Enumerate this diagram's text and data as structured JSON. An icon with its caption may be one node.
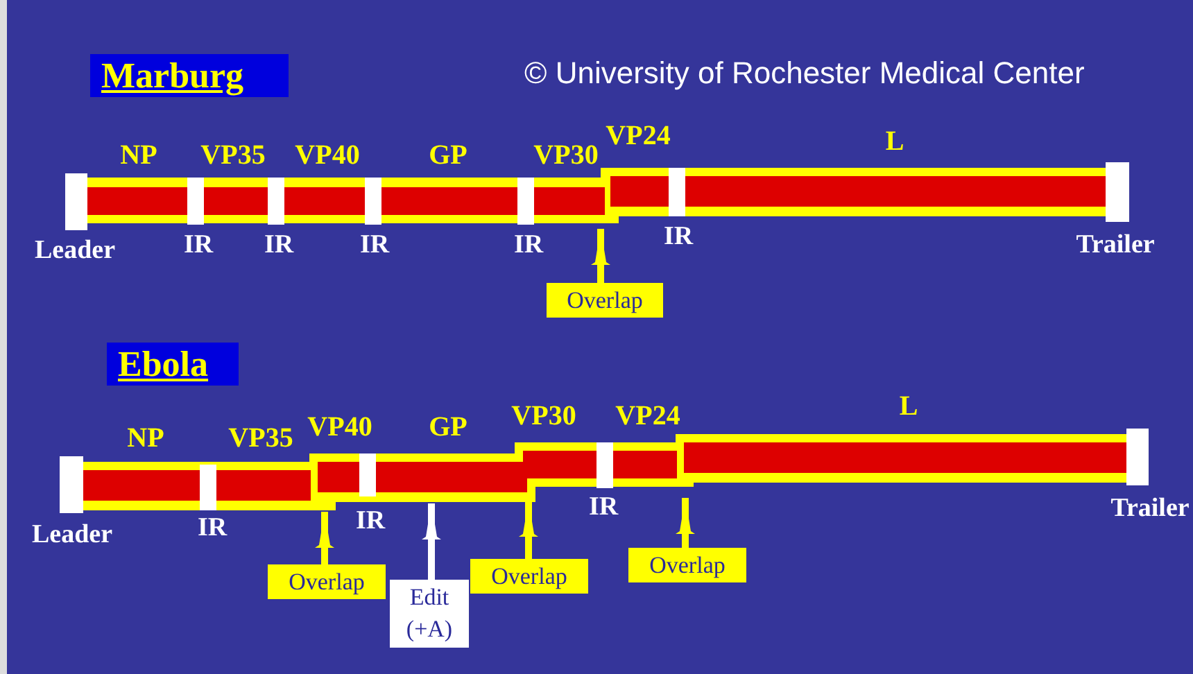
{
  "diagram": {
    "nodes": [
      {
        "text": [
          "Marburg"
        ]
      },
      {
        "text": [
          "NP"
        ]
      },
      {
        "text": [
          "VP35"
        ]
      },
      {
        "text": [
          "VP40"
        ]
      },
      {
        "text": [
          "GP"
        ]
      },
      {
        "text": [
          "VP30"
        ]
      },
      {
        "text": [
          "VP24"
        ]
      },
      {
        "text": [
          "L"
        ]
      },
      {
        "text": [
          "Overlap"
        ]
      },
      {
        "text": [
          "Ebola"
        ]
      },
      {
        "text": [
          "NP"
        ]
      },
      {
        "text": [
          "VP35"
        ]
      },
      {
        "text": [
          "VP40"
        ]
      },
      {
        "text": [
          "GP"
        ]
      },
      {
        "text": [
          "VP30"
        ]
      },
      {
        "text": [
          "VP24"
        ]
      },
      {
        "text": [
          "L"
        ]
      },
      {
        "text": [
          "Overlap"
        ]
      },
      {
        "text": [
          "Edit (+A)"
        ]
      },
      {
        "text": [
          "Overlap"
        ]
      },
      {
        "text": [
          "Overlap"
        ]
      }
    ],
    "edges": [
      {
        "from": 8,
        "to": 6,
        "arrow": "to"
      },
      {
        "from": 17,
        "to": 12,
        "arrow": "to"
      },
      {
        "from": 18,
        "to": 13,
        "arrow": "to",
        "color": "#ffffff"
      },
      {
        "from": 19,
        "to": 14,
        "arrow": "to"
      },
      {
        "from": 20,
        "to": 15,
        "arrow": "to"
      }
    ],
    "labels": [
      "© University of Rochester Medical Center",
      "Leader",
      "IR",
      "IR",
      "IR",
      "IR",
      "IR",
      "Trailer",
      "Leader",
      "IR",
      "IR",
      "IR",
      "Trailer"
    ]
  }
}
